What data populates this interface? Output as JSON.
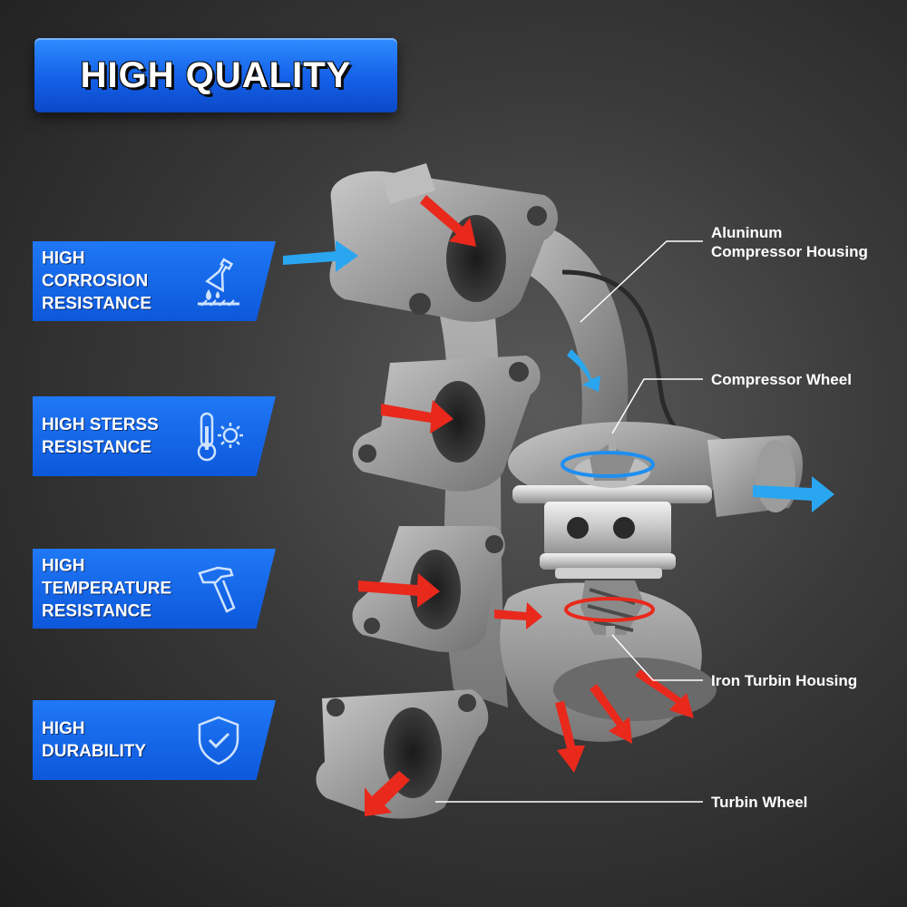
{
  "banner": {
    "title": "HIGH QUALITY"
  },
  "features": [
    {
      "lines": [
        "HIGH",
        "CORROSION",
        "RESISTANCE"
      ],
      "icon": "corrosion-flask-icon"
    },
    {
      "lines": [
        "HIGH STERSS",
        "RESISTANCE"
      ],
      "icon": "thermometer-sun-icon"
    },
    {
      "lines": [
        "HIGH",
        "TEMPERATURE",
        "RESISTANCE"
      ],
      "icon": "hammer-icon"
    },
    {
      "lines": [
        "HIGH",
        "DURABILITY"
      ],
      "icon": "shield-check-icon"
    }
  ],
  "callouts": {
    "compressor_housing": [
      "Aluninum",
      "Compressor Housing"
    ],
    "compressor_wheel": "Compressor Wheel",
    "turbine_housing": "Iron Turbin Housing",
    "turbine_wheel": "Turbin Wheel"
  },
  "colors": {
    "banner_blue": "#1460e8",
    "feature_blue": "#1f78f5",
    "exhaust_red": "#e8291c",
    "air_blue": "#2aa6f0"
  }
}
